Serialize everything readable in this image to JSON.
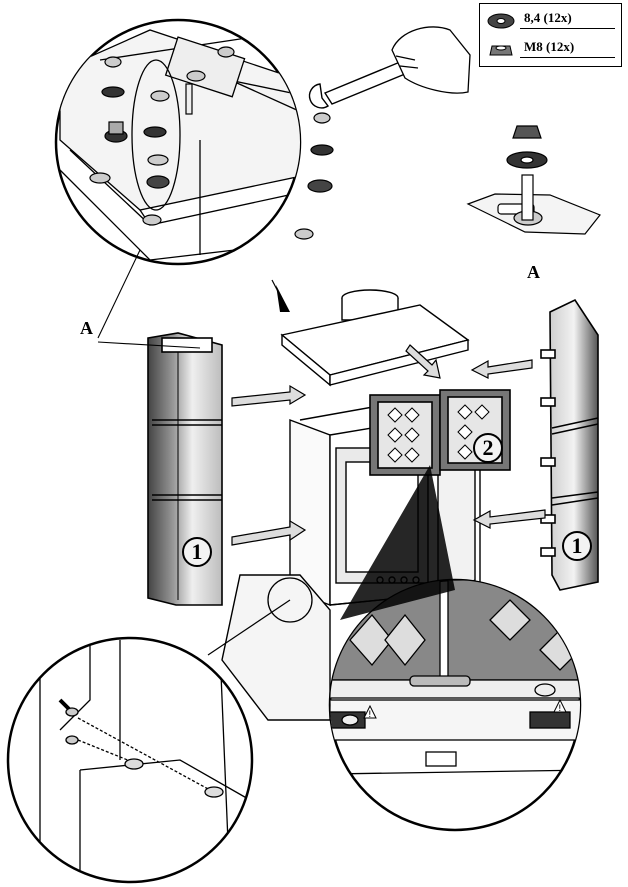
{
  "legend": {
    "washer_label": "8,4 (12x)",
    "nut_label": "M8 (12x)"
  },
  "labels": {
    "detail_a_caption": "A",
    "pointer_a": "A",
    "part_1_left": "1",
    "part_1_right": "1",
    "part_2": "2"
  },
  "colors": {
    "line": "#000000",
    "panel_dark": "#555555",
    "panel_light": "#e6e6e6",
    "arrow_fill": "#d8d8d8"
  },
  "icons": [
    "wrench-icon",
    "hand-icon",
    "washer-icon",
    "nut-icon",
    "warning-icon"
  ]
}
